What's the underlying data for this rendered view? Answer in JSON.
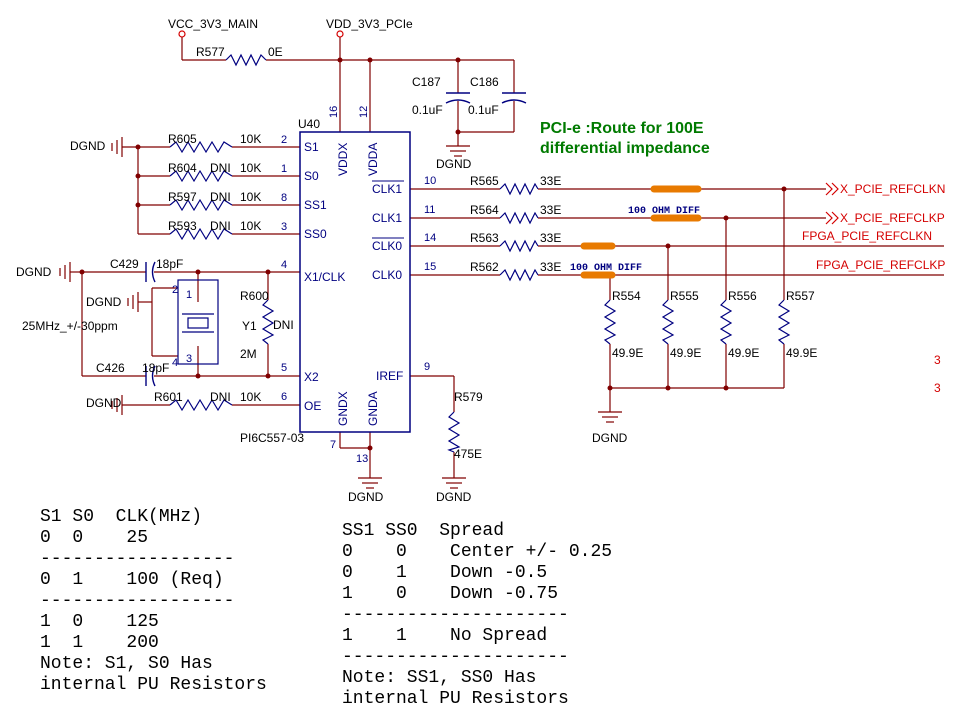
{
  "nets": {
    "vcc_main": "VCC_3V3_MAIN",
    "vdd_pcie": "VDD_3V3_PCIe",
    "dgnd": "DGND",
    "x_pcie_refclkn": "X_PCIE_REFCLKN",
    "x_pcie_refclkp": "X_PCIE_REFCLKP",
    "fpga_pcie_refclkn": "FPGA_PCIE_REFCLKN",
    "fpga_pcie_refclkp": "FPGA_PCIE_REFCLKP",
    "sheet_ref_1": "3",
    "sheet_ref_2": "3"
  },
  "ic": {
    "ref": "U40",
    "part": "PI6C557-03",
    "pins": {
      "s1": "S1",
      "s0": "S0",
      "ss1": "SS1",
      "ss0": "SS0",
      "x1": "X1/CLK",
      "x2": "X2",
      "oe": "OE",
      "vddx": "VDDX",
      "vdda": "VDDA",
      "gndx": "GNDX",
      "gnda": "GNDA",
      "clk1n": "CLK1",
      "clk1": "CLK1",
      "clk0n": "CLK0",
      "clk0": "CLK0",
      "iref": "IREF"
    },
    "pin_numbers": {
      "s1": "2",
      "s0": "1",
      "ss1": "8",
      "ss0": "3",
      "x1": "4",
      "x2": "5",
      "oe": "6",
      "vddx": "16",
      "vdda": "12",
      "gndx": "7",
      "gnda": "13",
      "clk1n": "10",
      "clk1": "11",
      "clk0n": "14",
      "clk0": "15",
      "iref": "9"
    }
  },
  "components": {
    "r577": {
      "ref": "R577",
      "value": "0E"
    },
    "c187": {
      "ref": "C187",
      "value": "0.1uF"
    },
    "c186": {
      "ref": "C186",
      "value": "0.1uF"
    },
    "r605": {
      "ref": "R605",
      "value": "10K"
    },
    "r604": {
      "ref": "R604",
      "dni": "DNI",
      "value": "10K"
    },
    "r597": {
      "ref": "R597",
      "dni": "DNI",
      "value": "10K"
    },
    "r593": {
      "ref": "R593",
      "dni": "DNI",
      "value": "10K"
    },
    "c429": {
      "ref": "C429",
      "value": "18pF"
    },
    "c426": {
      "ref": "C426",
      "value": "18pF"
    },
    "y1": {
      "ref": "Y1",
      "spec": "25MHz_+/-30ppm",
      "pin1": "1",
      "pin2": "2",
      "pin3": "3",
      "pin4": "4"
    },
    "r600": {
      "ref": "R600",
      "dni": "DNI",
      "value": "2M"
    },
    "r601": {
      "ref": "R601",
      "dni": "DNI",
      "value": "10K"
    },
    "r579": {
      "ref": "R579",
      "value": "475E"
    },
    "r565": {
      "ref": "R565",
      "value": "33E"
    },
    "r564": {
      "ref": "R564",
      "value": "33E"
    },
    "r563": {
      "ref": "R563",
      "value": "33E"
    },
    "r562": {
      "ref": "R562",
      "value": "33E"
    },
    "r554": {
      "ref": "R554",
      "value": "49.9E"
    },
    "r555": {
      "ref": "R555",
      "value": "49.9E"
    },
    "r556": {
      "ref": "R556",
      "value": "49.9E"
    },
    "r557": {
      "ref": "R557",
      "value": "49.9E"
    }
  },
  "annotations": {
    "route_note_1": "PCI-e :Route for 100E",
    "route_note_2": "differential impedance",
    "diff_1": "100 OHM DIFF",
    "diff_2": "100 OHM DIFF"
  },
  "tables": {
    "clk": {
      "header": "S1 S0  CLK(MHz)",
      "rows": [
        "0  0    25",
        "------------------",
        "0  1    100 (Req)",
        "------------------",
        "1  0    125",
        "1  1    200"
      ],
      "note_1": "Note: S1, S0 Has",
      "note_2": "internal PU Resistors"
    },
    "spread": {
      "header": "SS1 SS0  Spread",
      "rows": [
        "0    0    Center +/- 0.25",
        "0    1    Down -0.5",
        "1    0    Down -0.75",
        "---------------------",
        "1    1    No Spread",
        "---------------------"
      ],
      "note_1": "Note: SS1, SS0 Has",
      "note_2": "internal PU Resistors"
    }
  }
}
